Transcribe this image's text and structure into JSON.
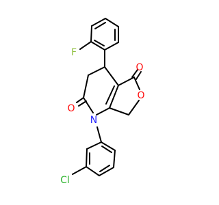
{
  "colors": {
    "bond": "#000000",
    "oxygen": "#ff0d0d",
    "nitrogen": "#1f1fff",
    "fluorine": "#8fbf3f",
    "chlorine": "#2fb52f",
    "background": "#ffffff"
  },
  "atoms": [
    {
      "id": "F",
      "text": "F",
      "element": "fluorine"
    },
    {
      "id": "O1",
      "text": "O",
      "element": "oxygen"
    },
    {
      "id": "O2",
      "text": "O",
      "element": "oxygen"
    },
    {
      "id": "O3",
      "text": "O",
      "element": "oxygen"
    },
    {
      "id": "N",
      "text": "N",
      "element": "nitrogen"
    },
    {
      "id": "Cl",
      "text": "Cl",
      "element": "chlorine"
    }
  ]
}
